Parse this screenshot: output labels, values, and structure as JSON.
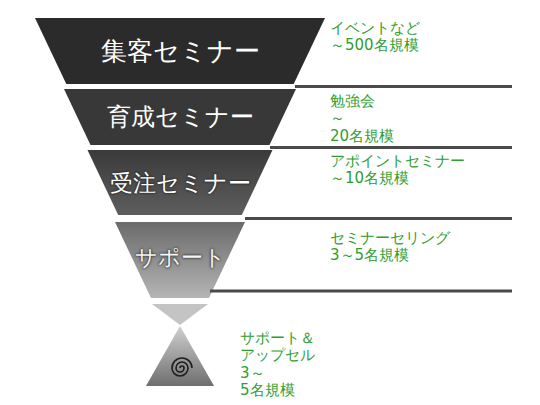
{
  "diagram": {
    "nodes": [
      {
        "text": [
          "集客セミナー"
        ]
      },
      {
        "text": [
          "育成セミナー"
        ]
      },
      {
        "text": [
          "受注セミナー"
        ]
      },
      {
        "text": [
          "サポート"
        ]
      }
    ],
    "labels": [
      "イベントなど ～500名規模",
      "勉強会 ～20名規模",
      "アポイントセミナー ～10名規模",
      "セミナーセリング 3～5名規模",
      "サポート＆アップセル 3～5名規模"
    ]
  }
}
